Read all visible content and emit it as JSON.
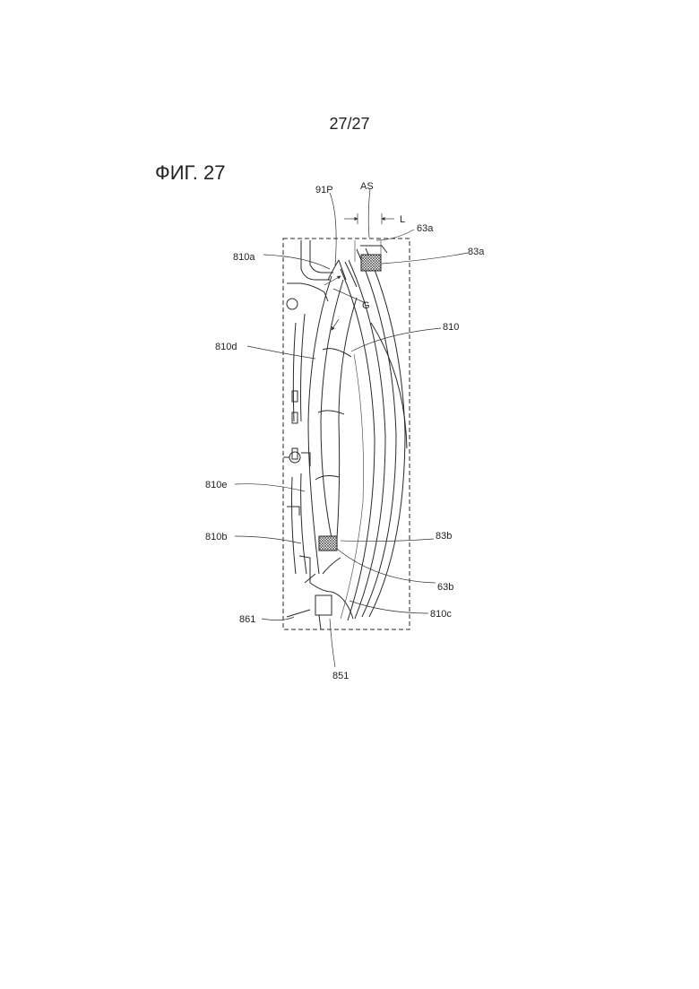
{
  "page_number": "27/27",
  "figure_title": "ФИГ. 27",
  "labels": {
    "p91": "91P",
    "as": "AS",
    "l": "L",
    "a63": "63a",
    "a83": "83a",
    "a810": "810a",
    "g": "G",
    "n810": "810",
    "d810": "810d",
    "e810": "810e",
    "b810": "810b",
    "b83": "83b",
    "b63": "63b",
    "c810": "810c",
    "n861": "861",
    "n851": "851"
  },
  "colors": {
    "ink": "#222222",
    "paper": "#ffffff"
  }
}
